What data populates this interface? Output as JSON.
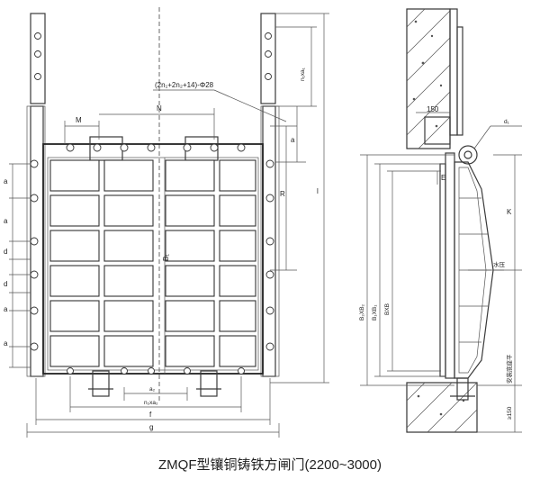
{
  "caption": "ZMQF型镶铜铸铁方闸门(2200~3000)",
  "front_view": {
    "formula": "(2n₁+2n₂+14)-Φ28",
    "labels": {
      "M": "M",
      "N": "N",
      "a": "a",
      "d": "d",
      "R": "R",
      "B1": "B₁",
      "l": "l",
      "a_top": "a",
      "n1xa1": "n₁xa₁",
      "a2": "a₂",
      "n2xa2": "n₂xa₂",
      "f": "f",
      "g": "g"
    }
  },
  "side_view": {
    "labels": {
      "dim150": "150",
      "d1": "d₁",
      "E": "E",
      "K": "K",
      "water_pressure": "水压",
      "B2xB2": "B₂XB₂",
      "B1xB1": "B₁XB₁",
      "BxB": "BXB",
      "install_plane": "安装底座平",
      "ge150": "≥150"
    }
  }
}
